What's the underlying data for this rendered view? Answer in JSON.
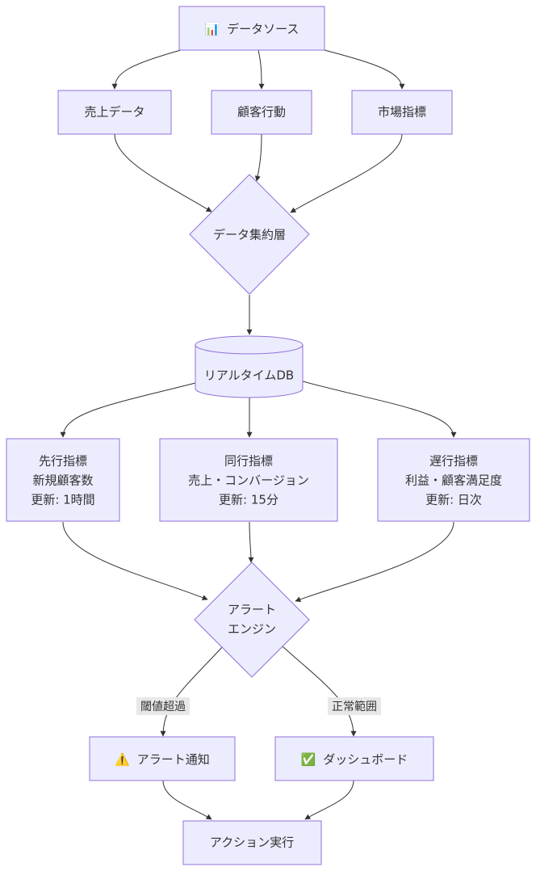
{
  "colors": {
    "node_fill": "#ECECFF",
    "node_stroke": "#9370DB",
    "edge": "#333333",
    "edge_label_bg": "#E8E8E8",
    "text": "#333333"
  },
  "nodes": {
    "datasource": {
      "icon": "bar-chart-icon",
      "glyph": "📊",
      "label": "データソース"
    },
    "sales": {
      "label": "売上データ"
    },
    "behavior": {
      "label": "顧客行動"
    },
    "market": {
      "label": "市場指標"
    },
    "aggregation": {
      "label": "データ集約層"
    },
    "realtime_db": {
      "label": "リアルタイムDB"
    },
    "leading": {
      "line1": "先行指標",
      "line2": "新規顧客数",
      "line3": "更新: 1時間"
    },
    "coincident": {
      "line1": "同行指標",
      "line2": "売上・コンバージョン",
      "line3": "更新: 15分"
    },
    "lagging": {
      "line1": "遅行指標",
      "line2": "利益・顧客満足度",
      "line3": "更新: 日次"
    },
    "alert_engine": {
      "line1": "アラート",
      "line2": "エンジン"
    },
    "alert_notify": {
      "icon": "warning-icon",
      "glyph": "⚠️",
      "label": "アラート通知"
    },
    "dashboard": {
      "icon": "check-mark-icon",
      "glyph": "✅",
      "label": "ダッシュボード"
    },
    "action": {
      "label": "アクション実行"
    }
  },
  "edges": {
    "threshold_label": "閾値超過",
    "normal_label": "正常範囲"
  }
}
